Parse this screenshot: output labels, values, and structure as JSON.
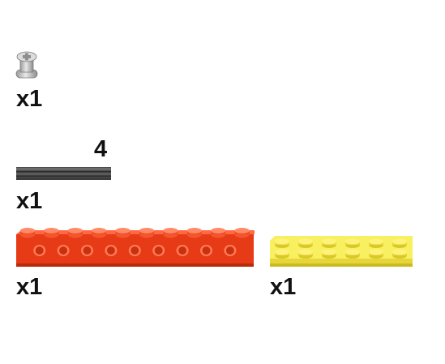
{
  "parts": [
    {
      "name": "bush",
      "icon": "technic-bush-icon",
      "color": "#c8c8c8",
      "quantity": "x1"
    },
    {
      "name": "axle",
      "icon": "technic-axle-icon",
      "color": "#4a4a4a",
      "length": "4",
      "quantity": "x1"
    },
    {
      "name": "technic-brick-1x10",
      "icon": "technic-brick-icon",
      "color": "#e8401f",
      "quantity": "x1"
    },
    {
      "name": "plate-2x6",
      "icon": "plate-icon",
      "color": "#f5ec4a",
      "quantity": "x1"
    }
  ]
}
